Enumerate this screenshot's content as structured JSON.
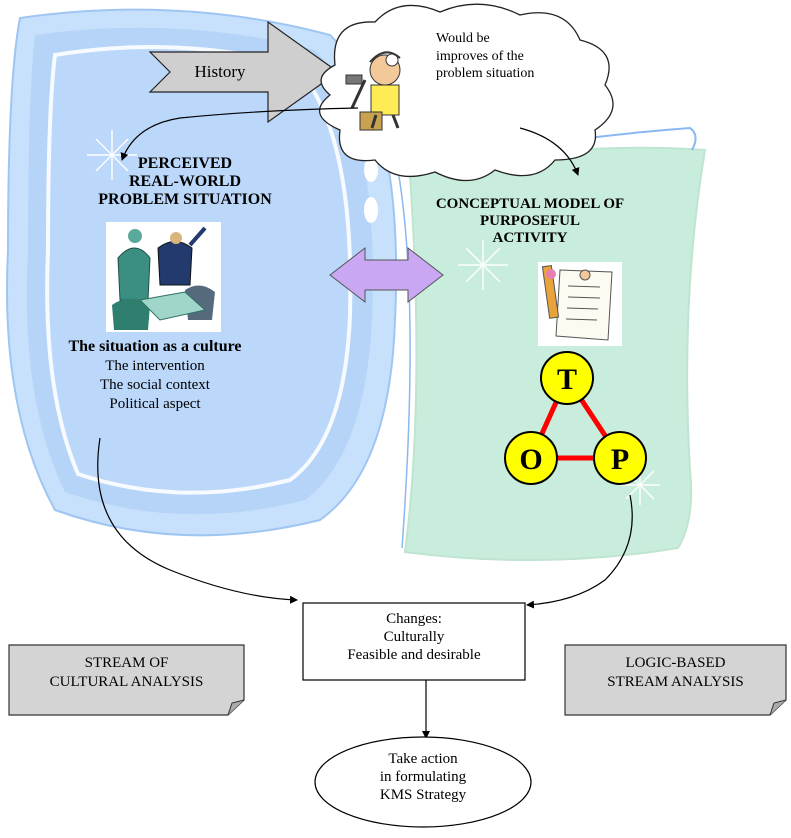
{
  "history": {
    "label": "History"
  },
  "cloud": {
    "lines": [
      "Would be",
      "improves of the",
      "problem situation"
    ]
  },
  "left_panel": {
    "title_lines": [
      "PERCEIVED",
      "REAL-WORLD",
      "PROBLEM SITUATION"
    ],
    "culture_heading": "The situation as a culture",
    "culture_items": [
      "The intervention",
      "The social context",
      "Political aspect"
    ]
  },
  "right_panel": {
    "title_lines": [
      "CONCEPTUAL MODEL OF",
      "PURPOSEFUL",
      "ACTIVITY"
    ]
  },
  "top": {
    "nodes": [
      "T",
      "O",
      "P"
    ]
  },
  "changes_box": {
    "lines": [
      "Changes:",
      "Culturally",
      "Feasible and desirable"
    ]
  },
  "left_note": {
    "lines": [
      "STREAM OF",
      "CULTURAL ANALYSIS"
    ]
  },
  "right_note": {
    "lines": [
      "LOGIC-BASED",
      "STREAM ANALYSIS"
    ]
  },
  "action": {
    "lines": [
      "Take action",
      "in formulating",
      "KMS Strategy"
    ]
  },
  "colors": {
    "left_panel_fill": "#bcd9fb",
    "right_panel_fill": "#c9eddc",
    "double_arrow": "#c9a7f2",
    "top_node": "#ffff00",
    "top_edge": "#ff0000",
    "note_fill": "#d4d4d4"
  },
  "icons": [
    "clipart-repairman-icon",
    "clipart-meeting-icon",
    "clipart-checklist-icon",
    "sparkle-icon"
  ]
}
